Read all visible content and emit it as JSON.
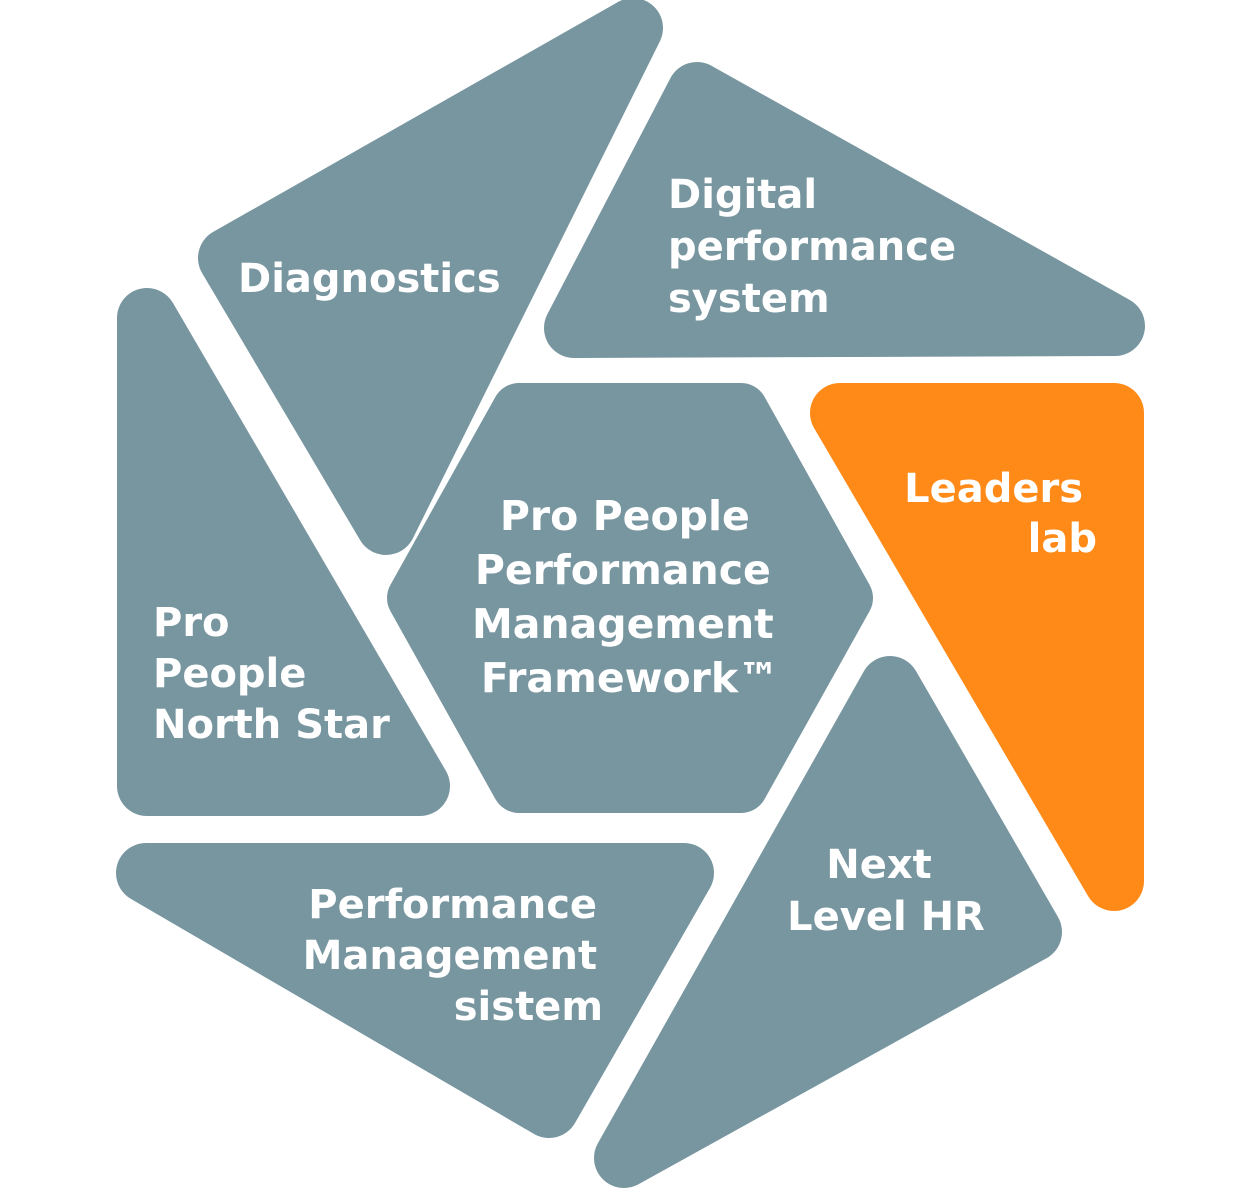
{
  "colors": {
    "segment": "#7896A0",
    "highlight": "#FF8A18",
    "text": "#FFFFFF",
    "background": "#FFFFFF"
  },
  "segments": {
    "diagnostics": {
      "lines": [
        "Diagnostics"
      ],
      "highlighted": false
    },
    "digital_performance_system": {
      "lines": [
        "Digital",
        "performance",
        "system"
      ],
      "highlighted": false
    },
    "north_star": {
      "lines": [
        "Pro",
        "People",
        "North Star"
      ],
      "highlighted": false
    },
    "framework": {
      "lines": [
        "Pro People",
        "Performance",
        "Management",
        "Framework™"
      ],
      "highlighted": false
    },
    "leaders_lab": {
      "lines": [
        "Leaders",
        "lab"
      ],
      "highlighted": true
    },
    "performance_management_sistem": {
      "lines": [
        "Performance",
        "Management",
        "sistem"
      ],
      "highlighted": false
    },
    "next_level_hr": {
      "lines": [
        "Next",
        "Level HR"
      ],
      "highlighted": false
    }
  }
}
